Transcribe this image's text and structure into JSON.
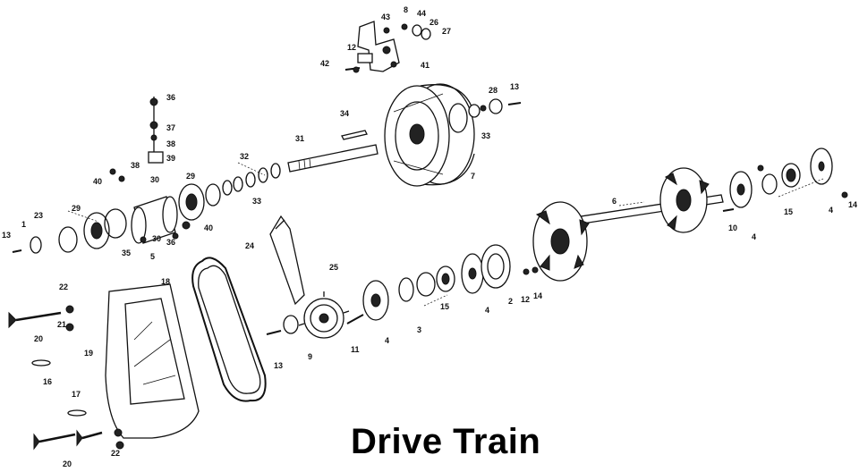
{
  "title": "Drive Train",
  "callouts": [
    "43",
    "8",
    "44",
    "26",
    "27",
    "12",
    "42",
    "41",
    "36",
    "37",
    "38",
    "39",
    "34",
    "31",
    "28",
    "13",
    "33",
    "7",
    "40",
    "38",
    "30",
    "29",
    "32",
    "33",
    "6",
    "15",
    "14",
    "1",
    "23",
    "29",
    "35",
    "5",
    "30",
    "36",
    "40",
    "24",
    "10",
    "4",
    "4",
    "13",
    "22",
    "18",
    "25",
    "21",
    "20",
    "19",
    "16",
    "17",
    "20",
    "22",
    "13",
    "9",
    "11",
    "4",
    "3",
    "15",
    "4",
    "2",
    "12",
    "14"
  ]
}
